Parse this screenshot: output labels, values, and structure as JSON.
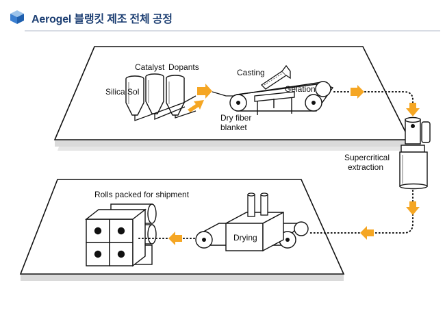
{
  "header": {
    "title": "Aerogel 블랭킷 제조 전체 공정"
  },
  "labels": {
    "silica_sol": "Silica Sol",
    "catalyst": "Catalyst",
    "dopants": "Dopants",
    "casting": "Casting",
    "gelation": "Gelation",
    "dry_fiber_blanket": [
      "Dry fiber",
      "blanket"
    ],
    "supercritical_extraction": [
      "Supercritical",
      "extraction"
    ],
    "drying": "Drying",
    "rolls_packed": "Rolls packed for shipment"
  },
  "colors": {
    "title": "#1d3f73",
    "arrow": "#f5a623",
    "line": "#111111",
    "platform_shadow": "#d9d9d9"
  }
}
